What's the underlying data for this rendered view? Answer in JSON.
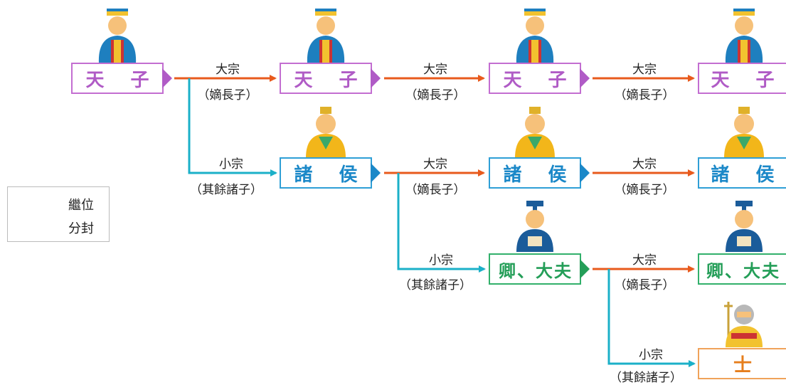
{
  "colors": {
    "succession": "#e85a1c",
    "enfeoffment": "#1bb0c8",
    "emperor": "#b05bc6",
    "lord": "#1b88c8",
    "official": "#249e58",
    "scholar": "#e67e1c"
  },
  "nodes": {
    "emperor": "天 子",
    "lord": "諸 侯",
    "official": "卿、大夫",
    "scholar": "士"
  },
  "edges": {
    "main_line": "大宗",
    "main_line_note": "（嫡長子）",
    "branch_line": "小宗",
    "branch_line_note": "（其餘諸子）"
  },
  "legend": {
    "succession": "繼位",
    "enfeoffment": "分封"
  },
  "icons": {
    "emperor": "emperor-figure-icon",
    "lord": "lord-figure-icon",
    "official": "official-figure-icon",
    "scholar": "scholar-figure-icon"
  }
}
